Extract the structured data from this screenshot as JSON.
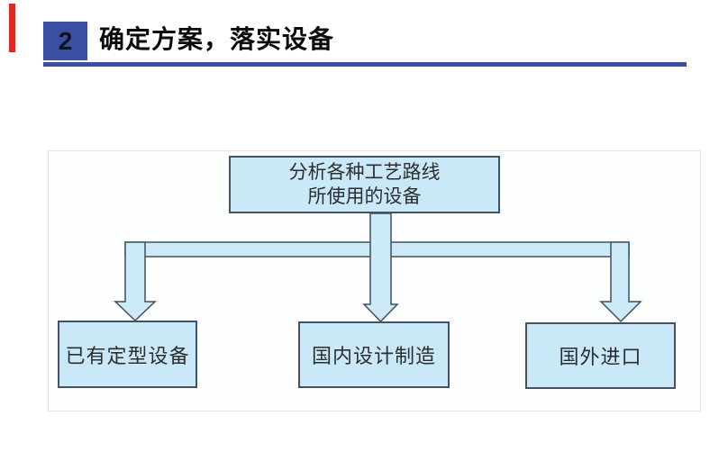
{
  "header": {
    "number": "2",
    "title": "确定方案，落实设备"
  },
  "colors": {
    "accent_red": "#e02722",
    "accent_blue": "#3a4fa4",
    "node_fill": "#c9e8f8",
    "node_border": "#47525e",
    "arrow_fill": "#cdeaf9",
    "arrow_stroke": "#41505c"
  },
  "diagram": {
    "root": {
      "line1": "分析各种工艺路线",
      "line2": "所使用的设备"
    },
    "children": [
      {
        "label": "已有定型设备"
      },
      {
        "label": "国内设计制造"
      },
      {
        "label": "国外进口"
      }
    ]
  }
}
